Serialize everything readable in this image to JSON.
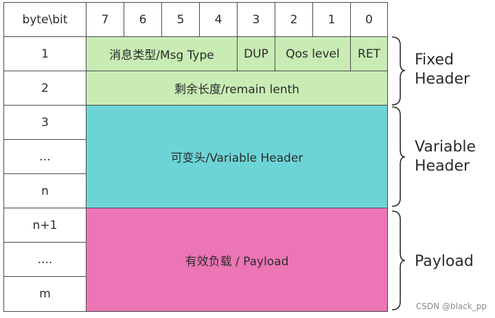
{
  "header_row": {
    "corner": "byte\\bit",
    "bits": [
      "7",
      "6",
      "5",
      "4",
      "3",
      "2",
      "1",
      "0"
    ]
  },
  "byte_labels": {
    "b1": "1",
    "b2": "2",
    "b3": "3",
    "b4": "...",
    "b5": "n",
    "b6": "n+1",
    "b7": "....",
    "b8": "m"
  },
  "fields": {
    "msg_type": "消息类型/Msg Type",
    "dup": "DUP",
    "qos": "Qos level",
    "ret": "RET",
    "remain": "剩余长度/remain lenth",
    "variable": "可变头/Variable Header",
    "payload": "有效负载 / Payload"
  },
  "sections": {
    "fixed": [
      "Fixed",
      "Header"
    ],
    "variable": [
      "Variable",
      "Header"
    ],
    "payload": [
      "Payload"
    ]
  },
  "watermark": "CSDN @black_pp",
  "colors": {
    "fixed_header": "#c8ecb4",
    "variable_header": "#6dd4d6",
    "payload": "#ec75b5"
  }
}
